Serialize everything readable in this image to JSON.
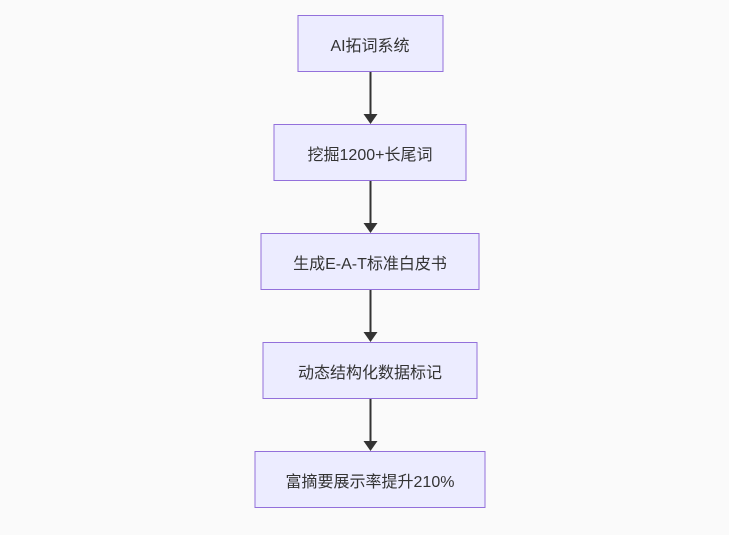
{
  "diagram": {
    "type": "flowchart",
    "direction": "top-down",
    "nodes": [
      {
        "id": "n1",
        "label": "AI拓词系统"
      },
      {
        "id": "n2",
        "label": "挖掘1200+长尾词"
      },
      {
        "id": "n3",
        "label": "生成E-A-T标准白皮书"
      },
      {
        "id": "n4",
        "label": "动态结构化数据标记"
      },
      {
        "id": "n5",
        "label": "富摘要展示率提升210%"
      }
    ],
    "edges": [
      {
        "from": "n1",
        "to": "n2",
        "style": "arrow-down"
      },
      {
        "from": "n2",
        "to": "n3",
        "style": "arrow-down"
      },
      {
        "from": "n3",
        "to": "n4",
        "style": "arrow-down"
      },
      {
        "from": "n4",
        "to": "n5",
        "style": "arrow-down"
      }
    ],
    "colors": {
      "node_fill": "#ECECFF",
      "node_border": "#9370DB",
      "node_text": "#333333",
      "arrow": "#333333",
      "background": "#fafafa"
    }
  }
}
